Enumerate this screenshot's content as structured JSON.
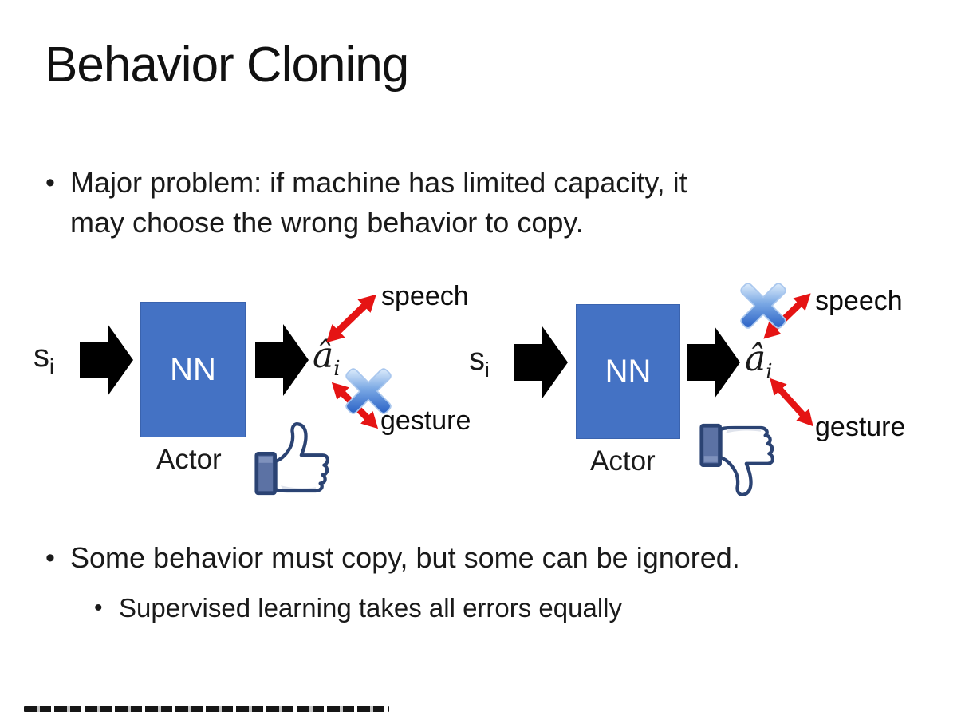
{
  "title": "Behavior Cloning",
  "bullets": {
    "marker": "•",
    "major_problem_line1": "Major problem: if machine has limited capacity, it",
    "major_problem_line2": "may choose the wrong behavior to copy.",
    "some_behavior": "Some behavior must copy, but some can be ignored.",
    "supervised": "Supervised learning takes all errors equally"
  },
  "diagrams": {
    "left": {
      "input_base": "s",
      "input_sub": "i",
      "nn_label": "NN",
      "actor_label": "Actor",
      "output_base": "â",
      "output_sub": "i",
      "speech_label": "speech",
      "gesture_label": "gesture",
      "crossed_out_branch": "gesture",
      "feedback_icon": "thumbs-up"
    },
    "right": {
      "input_base": "s",
      "input_sub": "i",
      "nn_label": "NN",
      "actor_label": "Actor",
      "output_base": "â",
      "output_sub": "i",
      "speech_label": "speech",
      "gesture_label": "gesture",
      "crossed_out_branch": "speech",
      "feedback_icon": "thumbs-down"
    }
  },
  "colors": {
    "nn_box_fill": "#4472C4",
    "nn_box_text": "#FFFFFF",
    "arrow_black": "#000000",
    "arrow_red": "#E51414",
    "cross_blue": "#2A62C6",
    "thumb_outline": "#2B4373",
    "thumb_cuff": "#5C72A4",
    "text": "#1A1A1A"
  }
}
